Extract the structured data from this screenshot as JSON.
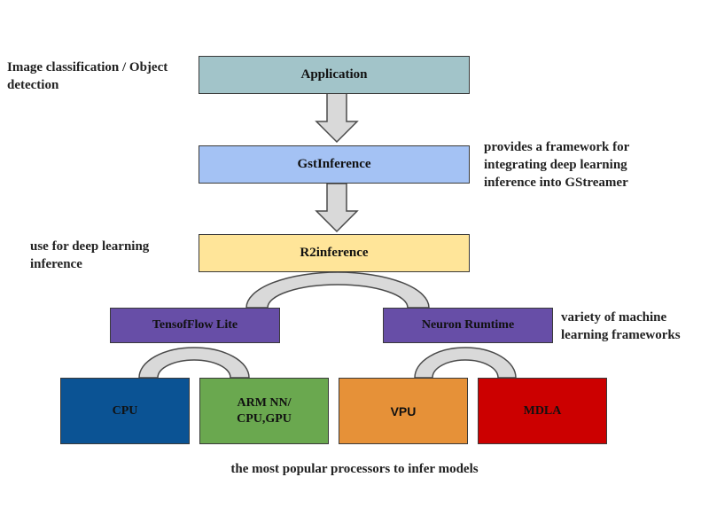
{
  "nodes": {
    "application": {
      "label": "Application",
      "color": "#a2c4c9"
    },
    "gstinference": {
      "label": "GstInference",
      "color": "#a4c2f4"
    },
    "r2inference": {
      "label": "R2inference",
      "color": "#ffe599"
    },
    "tensorflow_lite": {
      "label": "TensofFlow Lite",
      "color": "#674ea7"
    },
    "neuron_runtime": {
      "label": "Neuron Rumtime",
      "color": "#674ea7"
    },
    "cpu": {
      "label": "CPU",
      "color": "#0b5394"
    },
    "arm_nn": {
      "label": "ARM NN/\nCPU,GPU",
      "color": "#6aa84f"
    },
    "vpu": {
      "label": "VPU",
      "color": "#e69138"
    },
    "mdla": {
      "label": "MDLA",
      "color": "#cc0000"
    }
  },
  "notes": {
    "application": "Image classification / Object detection",
    "gstinference": "provides a framework for integrating deep learning inference into GStreamer",
    "r2inference": "use for deep learning inference",
    "neuron_runtime": "variety of machine learning frameworks"
  },
  "caption": "the most popular processors to infer models",
  "colors": {
    "arrow_fill": "#d9d9d9",
    "arrow_stroke": "#4a4a4a",
    "arc_fill": "#d9d9d9",
    "arc_stroke": "#4a4a4a"
  }
}
